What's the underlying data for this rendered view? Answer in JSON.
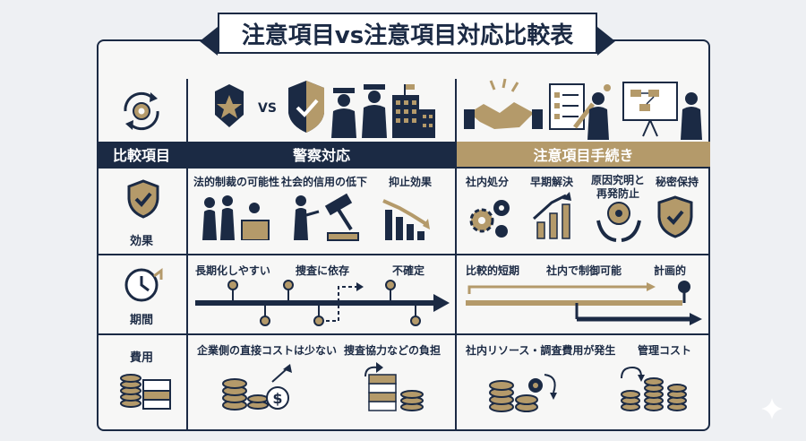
{
  "title": "注意項目vs注意項目対応比較表",
  "vs_label": "VS",
  "headers": {
    "item": "比較項目",
    "police": "警察対応",
    "internal": "注意項目手続き"
  },
  "rows": {
    "effect": {
      "label": "効果",
      "police": [
        "法的制裁の可能性",
        "社会的信用の低下",
        "抑止効果"
      ],
      "internal": [
        "社内処分",
        "早期解決",
        "原因究明と再発防止",
        "秘密保持"
      ]
    },
    "period": {
      "label": "期間",
      "police": [
        "長期化しやすい",
        "捜査に依存",
        "不確定"
      ],
      "internal": [
        "比較的短期",
        "社内で制御可能",
        "計画的"
      ]
    },
    "cost": {
      "label": "費用",
      "police": [
        "企業側の直接コストは少ない",
        "捜査協力などの負担"
      ],
      "internal": [
        "社内リソース・調査費用が発生",
        "管理コスト"
      ]
    }
  },
  "colors": {
    "navy": "#1b2a44",
    "gold": "#b49a6a",
    "bg": "#eef0f3"
  }
}
